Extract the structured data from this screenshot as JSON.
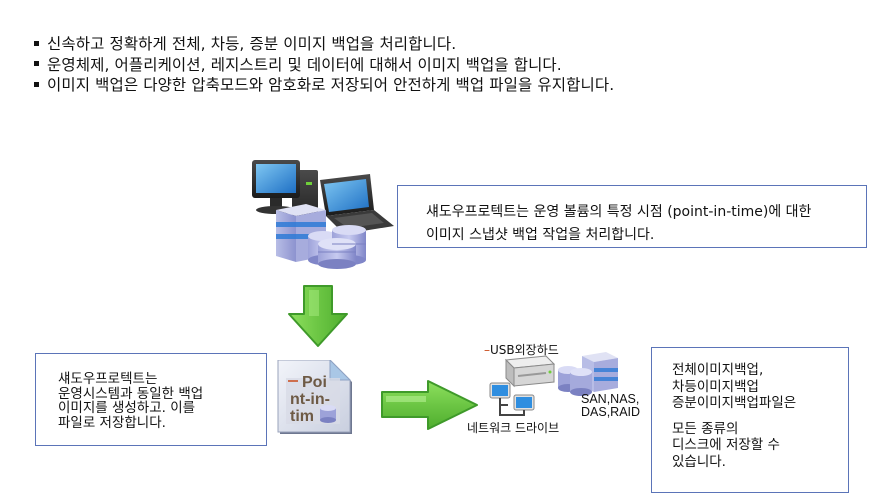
{
  "bullets": [
    "신속하고 정확하게 전체, 차등, 증분 이미지 백업을 처리합니다.",
    "운영체제, 어플리케이션, 레지스트리 및 데이터에 대해서 이미지 백업을 합니다.",
    "이미지 백업은 다양한 압축모드와 암호화로 저장되어 안전하게 백업 파일을 유지합니다."
  ],
  "top_box": {
    "line1": "섀도우프로텍트는 운영 볼륨의 특정 시점 (point-in-time)에 대한",
    "line2": "이미지 스냅샷  백업 작업을 처리합니다."
  },
  "left_box": {
    "lines": [
      "섀도우프로텍트는",
      "운영시스템과 동일한 백업",
      "이미지를 생성하고. 이를",
      "파일로 저장합니다."
    ]
  },
  "point_in_time_doc": {
    "lines": [
      "Poi",
      "nt-in-",
      "tim"
    ]
  },
  "storage_labels": {
    "usb": "USB외장하드",
    "san": "SAN,NAS,",
    "das": "DAS,RAID",
    "network": "네트워크 드라이브"
  },
  "right_box": {
    "group1": [
      "전체이미지백업,",
      "차등이미지백업",
      "증분이미지백업파일은"
    ],
    "group2": [
      "모든 종류의",
      "디스크에 저장할 수",
      "있습니다."
    ]
  },
  "colors": {
    "box_border": "#5b74b8",
    "arrow_green": "#6cc644",
    "arrow_dark": "#3f9a2a"
  }
}
